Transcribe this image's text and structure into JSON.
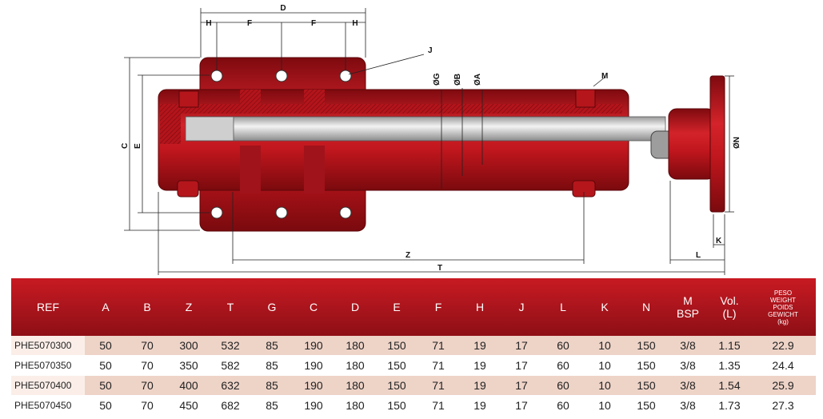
{
  "drawing": {
    "labels": {
      "D": "D",
      "F1": "F",
      "F2": "F",
      "H1": "H",
      "H2": "H",
      "J": "J",
      "G": "ØG",
      "B": "ØB",
      "A": "ØA",
      "M": "M",
      "C": "C",
      "E": "E",
      "N": "ØN",
      "K": "K",
      "L": "L",
      "Z": "Z",
      "T": "T"
    },
    "colors": {
      "body": "#c4161c",
      "body_dark": "#8a0c11",
      "rod": "#d9d9d9",
      "section": "#a3121a"
    }
  },
  "table": {
    "headers": [
      {
        "lines": [
          "REF"
        ]
      },
      {
        "lines": [
          "A"
        ]
      },
      {
        "lines": [
          "B"
        ]
      },
      {
        "lines": [
          "Z"
        ]
      },
      {
        "lines": [
          "T"
        ]
      },
      {
        "lines": [
          "G"
        ]
      },
      {
        "lines": [
          "C"
        ]
      },
      {
        "lines": [
          "D"
        ]
      },
      {
        "lines": [
          "E"
        ]
      },
      {
        "lines": [
          "F"
        ]
      },
      {
        "lines": [
          "H"
        ]
      },
      {
        "lines": [
          "J"
        ]
      },
      {
        "lines": [
          "L"
        ]
      },
      {
        "lines": [
          "K"
        ]
      },
      {
        "lines": [
          "N"
        ]
      },
      {
        "lines": [
          "M",
          "BSP"
        ]
      },
      {
        "lines": [
          "Vol.",
          "(L)"
        ]
      },
      {
        "lines": [
          "PESO",
          "WEIGHT",
          "POIDS",
          "GEWICHT",
          "(kg)"
        ]
      }
    ],
    "rows": [
      [
        "PHE5070300",
        "50",
        "70",
        "300",
        "532",
        "85",
        "190",
        "180",
        "150",
        "71",
        "19",
        "17",
        "60",
        "10",
        "150",
        "3/8",
        "1.15",
        "22.9"
      ],
      [
        "PHE5070350",
        "50",
        "70",
        "350",
        "582",
        "85",
        "190",
        "180",
        "150",
        "71",
        "19",
        "17",
        "60",
        "10",
        "150",
        "3/8",
        "1.35",
        "24.4"
      ],
      [
        "PHE5070400",
        "50",
        "70",
        "400",
        "632",
        "85",
        "190",
        "180",
        "150",
        "71",
        "19",
        "17",
        "60",
        "10",
        "150",
        "3/8",
        "1.54",
        "25.9"
      ],
      [
        "PHE5070450",
        "50",
        "70",
        "450",
        "682",
        "85",
        "190",
        "180",
        "150",
        "71",
        "19",
        "17",
        "60",
        "10",
        "150",
        "3/8",
        "1.73",
        "27.3"
      ]
    ]
  }
}
